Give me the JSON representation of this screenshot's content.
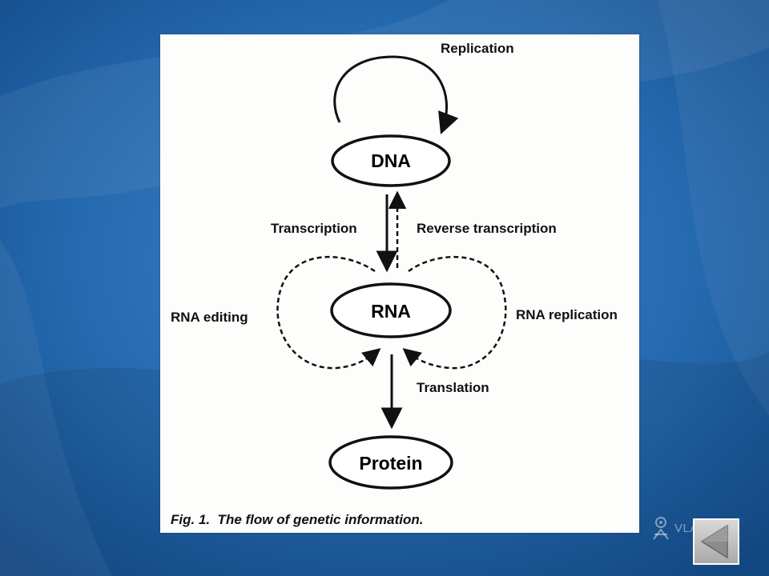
{
  "diagram": {
    "nodes": {
      "dna": "DNA",
      "rna": "RNA",
      "protein": "Protein"
    },
    "edges": {
      "replication": "Replication",
      "transcription": "Transcription",
      "reverse_transcription": "Reverse transcription",
      "rna_editing": "RNA editing",
      "rna_replication": "RNA replication",
      "translation": "Translation"
    },
    "caption": "Fig. 1.  The flow of genetic information."
  },
  "watermark": {
    "text": "VLA   IO"
  },
  "navigation": {
    "back_icon": "back-triangle-icon"
  },
  "colors": {
    "background": "#1f63a8",
    "figure_background": "#fdfdfb",
    "ink": "#111111",
    "button_fill": "#c8c8c8"
  }
}
